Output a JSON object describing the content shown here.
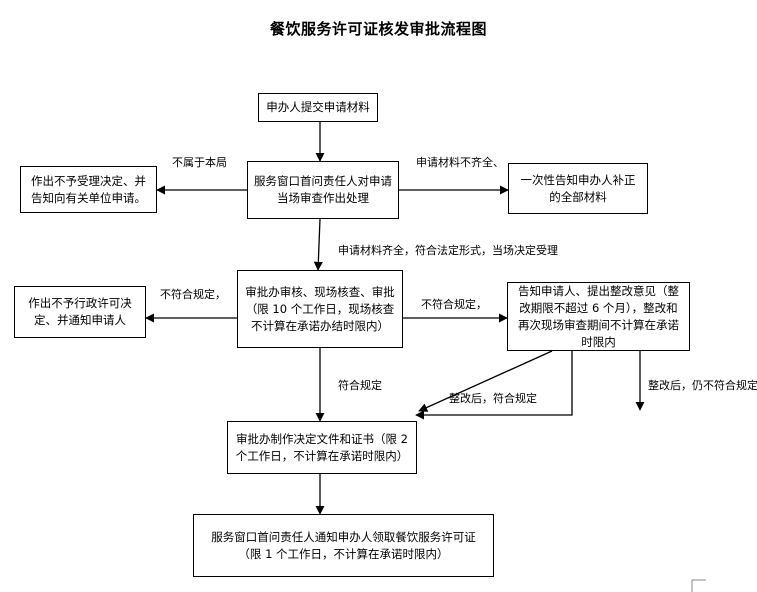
{
  "title": "餐饮服务许可证核发审批流程图",
  "nodes": {
    "submit": "申办人提交申请材料",
    "window_review": "服务窗口首问责任人对申请当场审查作出处理",
    "reject_unaccepted": "作出不予受理决定、并告知向有关单位申请。",
    "notify_supplement": "一次性告知申办人补正的全部材料",
    "approve_review": "审批办审核、现场核查、审批（限 10 个工作日，现场核查不计算在承诺办结时限内）",
    "reject_admin": "作出不予行政许可决定、并通知申请人",
    "rectify_notice": "告知申请人、提出整改意见（整改期限不超过 6 个月），整改和再次现场审查期间不计算在承诺时限内",
    "make_certificate": "审批办制作决定文件和证书（限 2 个工作日，不计算在承诺时限内）",
    "notify_collect": "服务窗口首问责任人通知申办人领取餐饮服务许可证（限 1 个工作日，不计算在承诺时限内）"
  },
  "edge_labels": {
    "not_in_scope": "不属于本局",
    "materials_incomplete": "申请材料不齐全、",
    "materials_complete": "申请材料齐全，符合法定形式，当场决定受理",
    "not_compliant_left": "不符合规定，",
    "not_compliant_right": "不符合规定，",
    "compliant": "符合规定",
    "after_rectify_ok": "整改后，符合规定",
    "after_rectify_fail": "整改后，仍不符合规定"
  }
}
